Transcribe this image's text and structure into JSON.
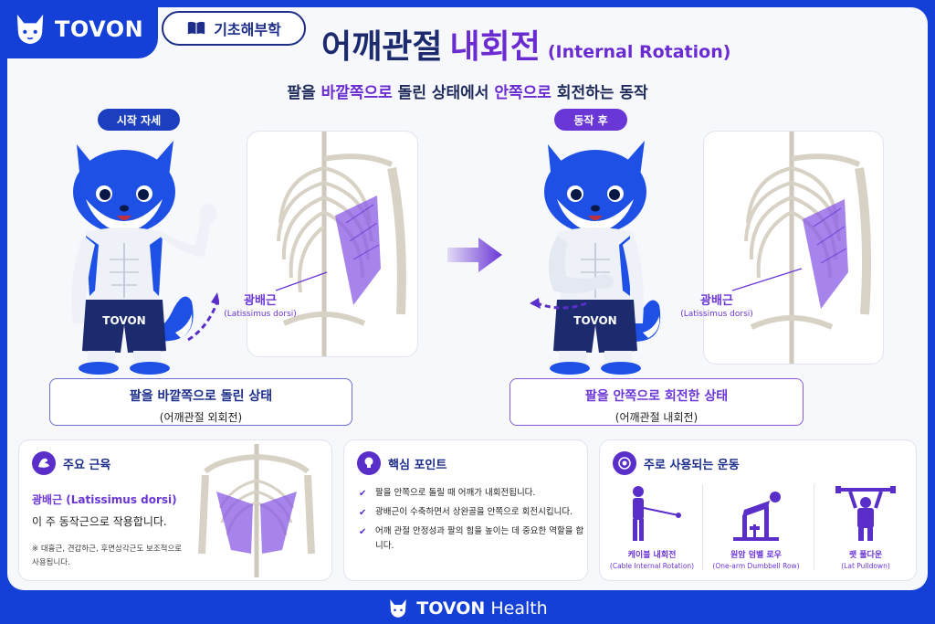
{
  "brand": {
    "name": "TOVON"
  },
  "header": {
    "badge": "기초해부학",
    "title_part1": "어깨관절",
    "title_part2": "내회전",
    "title_eng": "(Internal Rotation)",
    "subtitle": {
      "p1": "팔을 ",
      "h1": "바깥쪽으로",
      "p2": " 돌린 ",
      "h2": "상태",
      "p3": "에서 ",
      "h3": "안쪽으로",
      "p4": " 회전하는 동작"
    }
  },
  "start": {
    "pill": "시작 자세",
    "shorts_text": "TOVON",
    "muscle_ko": "광배근",
    "muscle_en": "(Latissimus dorsi)",
    "state_line1": "팔을 바깥쪽으로 돌린 상태",
    "state_line2": "(어깨관절 외회전)"
  },
  "end": {
    "pill": "동작 후",
    "shorts_text": "TOVON",
    "muscle_ko": "광배근",
    "muscle_en": "(Latissimus dorsi)",
    "state_line1": "팔을 안쪽으로 회전한 상태",
    "state_line2": "(어깨관절 내회전)"
  },
  "muscles_card": {
    "title": "주요 근육",
    "main": "광배근 (Latissimus dorsi)",
    "desc": "이 주 동작근으로 작용합니다.",
    "note": "※ 대흉근, 견갑하근, 후면삼각근도 보조적으로 사용됩니다."
  },
  "points_card": {
    "title": "핵심 포인트",
    "points": [
      "팔을 안쪽으로 돌릴 때 어깨가 내회전됩니다.",
      "광배근이 수축하면서 상완골을 안쪽으로 회전시킵니다.",
      "어깨 관절 안정성과 팔의 힘을 높이는 데 중요한 역할을 합니다."
    ]
  },
  "exercises_card": {
    "title": "주로 사용되는 운동",
    "items": [
      {
        "ko": "케이블 내회전",
        "en": "(Cable Internal Rotation)"
      },
      {
        "ko": "원암 덤벨 로우",
        "en": "(One-arm Dumbbell Row)"
      },
      {
        "ko": "랫 풀다운",
        "en": "(Lat Pulldown)"
      }
    ]
  },
  "footer": {
    "brand": "TOVON",
    "suffix": " Health"
  },
  "colors": {
    "brand_blue": "#1540d8",
    "accent_purple": "#6a36d6",
    "navy": "#1c2d8a"
  }
}
